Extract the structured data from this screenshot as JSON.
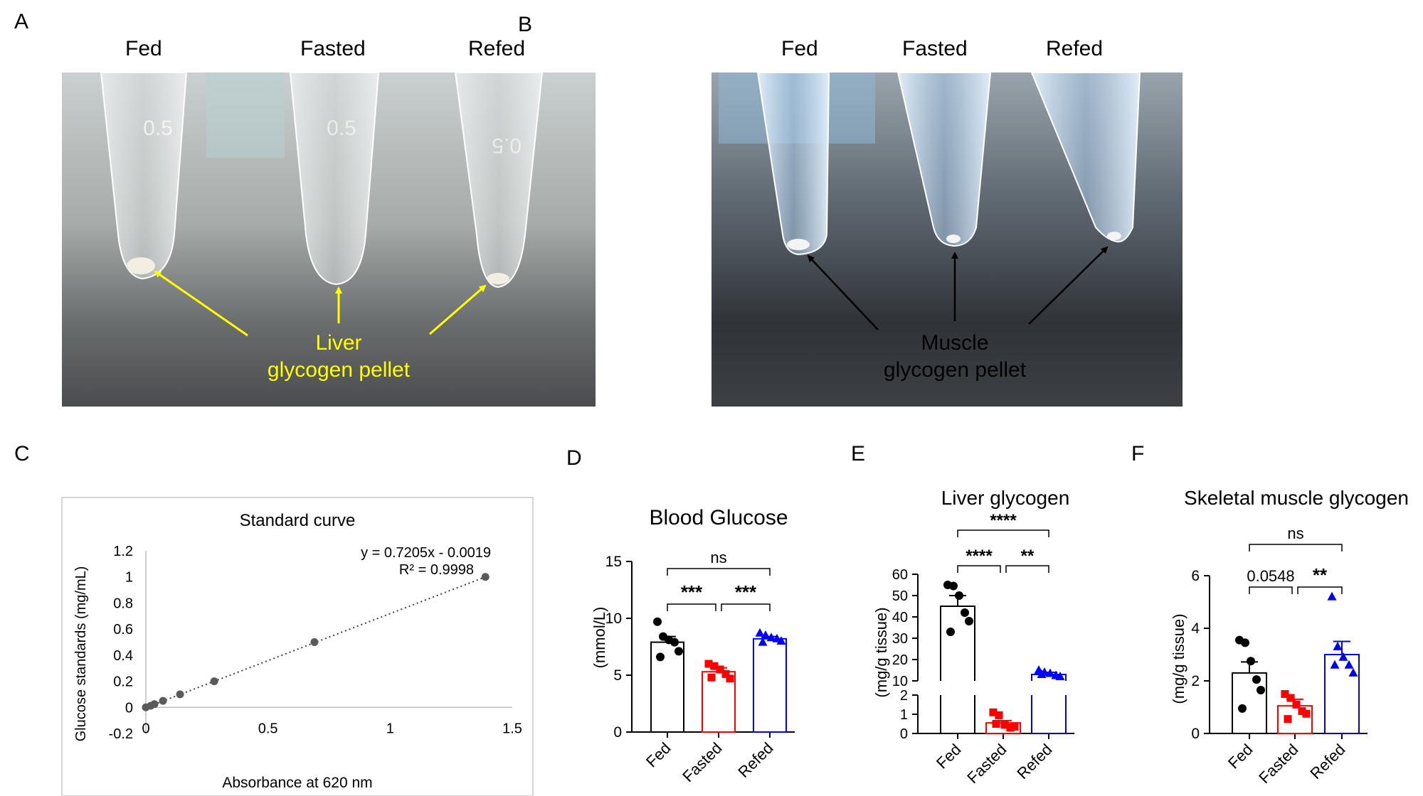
{
  "panels": {
    "A": {
      "letter": "A",
      "tube_labels": [
        "Fed",
        "Fasted",
        "Refed"
      ],
      "annotation_line1": "Liver",
      "annotation_line2": "glycogen pellet",
      "tube_marks": [
        "0.5",
        "0.5",
        "0.5"
      ]
    },
    "B": {
      "letter": "B",
      "tube_labels": [
        "Fed",
        "Fasted",
        "Refed"
      ],
      "annotation_line1": "Muscle",
      "annotation_line2": "glycogen pellet"
    },
    "C": {
      "letter": "C"
    },
    "D": {
      "letter": "D"
    },
    "E": {
      "letter": "E"
    },
    "F": {
      "letter": "F"
    }
  },
  "colors": {
    "fed": "#000000",
    "fasted": "#ff0000",
    "refed": "#0000ff",
    "yellow_annotation": "#ffff00"
  },
  "chart_data": [
    {
      "id": "C",
      "type": "scatter",
      "title": "Standard curve",
      "xlabel": "Absorbance at 620 nm",
      "ylabel": "Glucose standards (mg/mL)",
      "xlim": [
        0,
        1.5
      ],
      "ylim": [
        -0.2,
        1.2
      ],
      "xticks": [
        "0",
        "0.5",
        "1",
        "1.5"
      ],
      "xtick_values": [
        0,
        0.5,
        1,
        1.5
      ],
      "yticks": [
        "-0.2",
        "0",
        "0.2",
        "0.4",
        "0.6",
        "0.8",
        "1",
        "1.2"
      ],
      "ytick_values": [
        -0.2,
        0,
        0.2,
        0.4,
        0.6,
        0.8,
        1,
        1.2
      ],
      "points": [
        [
          0,
          0
        ],
        [
          0.02,
          0.0125
        ],
        [
          0.035,
          0.025
        ],
        [
          0.07,
          0.05
        ],
        [
          0.14,
          0.1
        ],
        [
          0.28,
          0.2
        ],
        [
          0.69,
          0.5
        ],
        [
          1.39,
          1.0
        ]
      ],
      "trendline": {
        "slope": 0.7205,
        "intercept": -0.0019,
        "style": "dotted"
      },
      "equation": "y = 0.7205x - 0.0019",
      "r2": "R² = 0.9998"
    },
    {
      "id": "D",
      "type": "bar",
      "title": "Blood Glucose",
      "ylabel": "(mmol/L)",
      "categories": [
        "Fed",
        "Fasted",
        "Refed"
      ],
      "ylim": [
        0,
        15
      ],
      "yticks": [
        "0",
        "5",
        "10",
        "15"
      ],
      "ytick_values": [
        0,
        5,
        10,
        15
      ],
      "means": [
        7.9,
        5.3,
        8.2
      ],
      "sem": [
        0.5,
        0.35,
        0.2
      ],
      "points": [
        [
          9.7,
          8.4,
          8.1,
          7.9,
          7.1,
          6.6
        ],
        [
          6.0,
          5.8,
          5.5,
          5.1,
          4.7,
          4.8
        ],
        [
          8.7,
          8.5,
          8.3,
          8.2,
          8.0,
          7.9
        ]
      ],
      "markers": [
        "circle",
        "square",
        "triangle"
      ],
      "significance": [
        {
          "from": 0,
          "to": 2,
          "label": "ns"
        },
        {
          "from": 0,
          "to": 1,
          "label": "***"
        },
        {
          "from": 1,
          "to": 2,
          "label": "***"
        }
      ]
    },
    {
      "id": "E",
      "type": "bar",
      "title": "Liver glycogen",
      "ylabel": "(mg/g tissue)",
      "categories": [
        "Fed",
        "Fasted",
        "Refed"
      ],
      "broken_axis": true,
      "upper_ylim": [
        10,
        60
      ],
      "upper_yticks": [
        "10",
        "20",
        "30",
        "40",
        "50",
        "60"
      ],
      "upper_ytick_values": [
        10,
        20,
        30,
        40,
        50,
        60
      ],
      "lower_ylim": [
        0,
        2
      ],
      "lower_yticks": [
        "0",
        "1",
        "2"
      ],
      "lower_ytick_values": [
        0,
        1,
        2
      ],
      "means": [
        45,
        0.55,
        13
      ],
      "sem": [
        5,
        0.12,
        1
      ],
      "points": [
        [
          55,
          54.5,
          50,
          42,
          38,
          33
        ],
        [
          1.1,
          0.95,
          0.45,
          0.3,
          0.35,
          0.5
        ],
        [
          15,
          14,
          13.5,
          12.5,
          12,
          13
        ]
      ],
      "markers": [
        "circle",
        "square",
        "triangle"
      ],
      "significance": [
        {
          "from": 0,
          "to": 2,
          "label": "****"
        },
        {
          "from": 0,
          "to": 1,
          "label": "****"
        },
        {
          "from": 1,
          "to": 2,
          "label": "**"
        }
      ]
    },
    {
      "id": "F",
      "type": "bar",
      "title": "Skeletal muscle glycogen",
      "ylabel": "(mg/g tissue)",
      "categories": [
        "Fed",
        "Fasted",
        "Refed"
      ],
      "ylim": [
        0,
        6
      ],
      "yticks": [
        "0",
        "2",
        "4",
        "6"
      ],
      "ytick_values": [
        0,
        2,
        4,
        6
      ],
      "means": [
        2.3,
        1.05,
        3.0
      ],
      "sem": [
        0.42,
        0.25,
        0.5
      ],
      "points": [
        [
          3.55,
          3.45,
          2.75,
          2.05,
          1.65,
          0.95
        ],
        [
          1.5,
          1.35,
          1.1,
          0.85,
          0.75,
          0.55
        ],
        [
          5.2,
          3.3,
          2.9,
          2.6,
          2.3,
          2.6
        ]
      ],
      "markers": [
        "circle",
        "square",
        "triangle"
      ],
      "significance": [
        {
          "from": 0,
          "to": 2,
          "label": "ns"
        },
        {
          "from": 0,
          "to": 1,
          "label": "0.0548"
        },
        {
          "from": 1,
          "to": 2,
          "label": "**"
        }
      ]
    }
  ]
}
